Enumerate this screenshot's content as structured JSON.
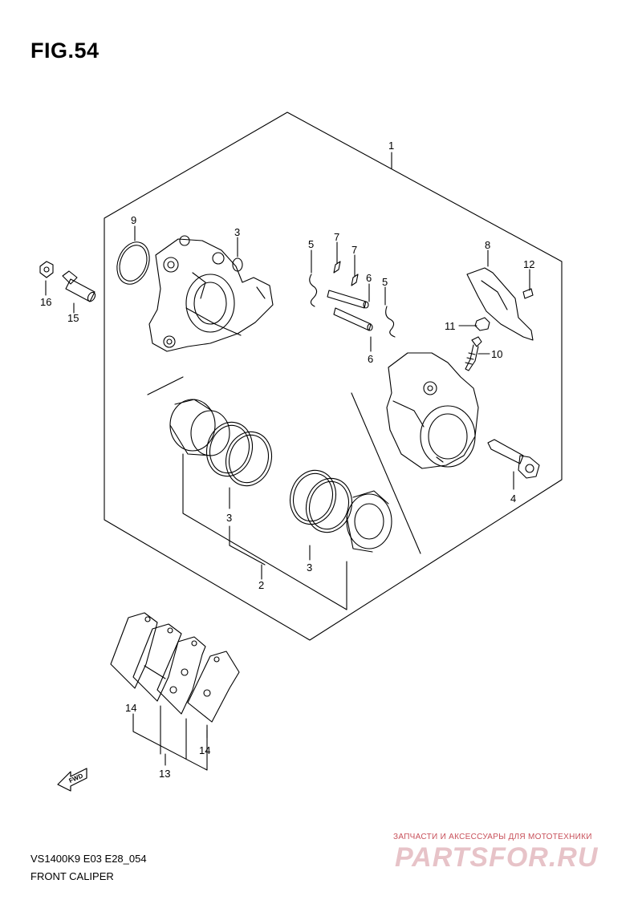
{
  "figure": {
    "title": "FIG.54",
    "model_code": "VS1400K9 E03 E28_054",
    "section_name": "FRONT CALIPER"
  },
  "callouts": {
    "c1": "1",
    "c2": "2",
    "c3a": "3",
    "c3b": "3",
    "c3c": "3",
    "c4": "4",
    "c5a": "5",
    "c5b": "5",
    "c6a": "6",
    "c6b": "6",
    "c7a": "7",
    "c7b": "7",
    "c8": "8",
    "c9": "9",
    "c10": "10",
    "c11": "11",
    "c12": "12",
    "c13": "13",
    "c14a": "14",
    "c14b": "14",
    "c15": "15",
    "c16": "16"
  },
  "direction_marker": {
    "label": "FWD"
  },
  "watermark": {
    "subtitle": "ЗАПЧАСТИ И АКСЕССУАРЫ ДЛЯ МОТОТЕХНИКИ",
    "logo": "PARTSFOR.RU"
  },
  "colors": {
    "line": "#000000",
    "background": "#ffffff",
    "watermark": "#c8505a"
  }
}
